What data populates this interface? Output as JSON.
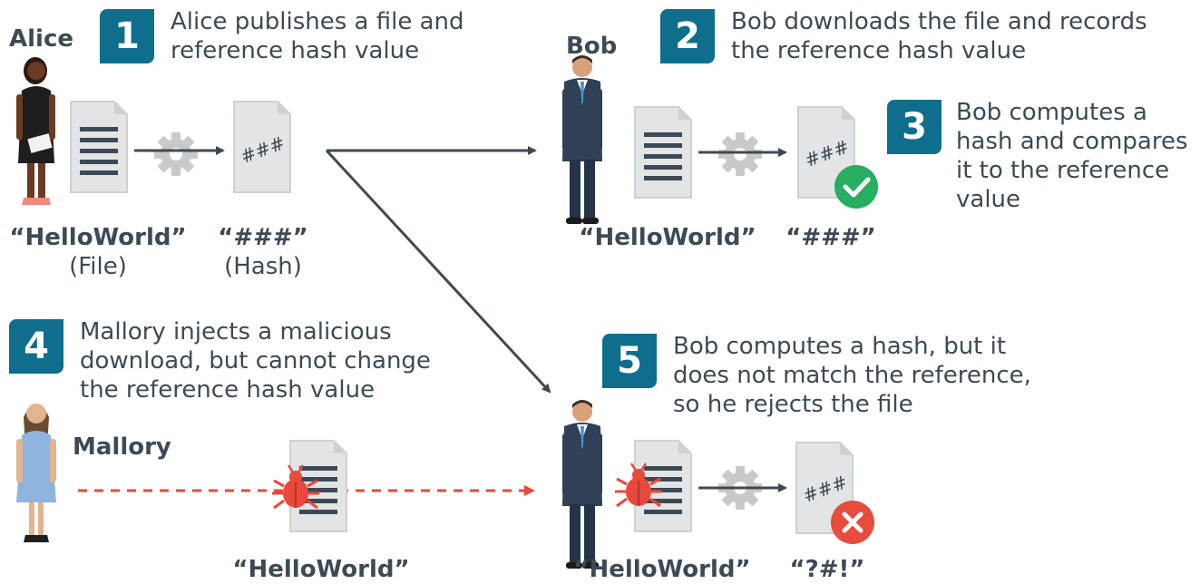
{
  "steps": [
    {
      "number": "1",
      "text_line1": "Alice publishes a file and",
      "text_line2": "reference hash value"
    },
    {
      "number": "2",
      "text_line1": "Bob downloads the file and records",
      "text_line2": "the reference hash value"
    },
    {
      "number": "3",
      "text_line1": "Bob computes a",
      "text_line2": "hash and compares",
      "text_line3": "it to the reference",
      "text_line4": "value"
    },
    {
      "number": "4",
      "text_line1": "Mallory injects a malicious",
      "text_line2": "download, but cannot change",
      "text_line3": "the reference hash value"
    },
    {
      "number": "5",
      "text_line1": "Bob computes a hash, but it",
      "text_line2": "does not match the reference,",
      "text_line3": "so he rejects the file"
    }
  ],
  "actors": {
    "alice": "Alice",
    "bob": "Bob",
    "mallory": "Mallory"
  },
  "labels": {
    "alice_file": "“HelloWorld”",
    "alice_file_sub": "(File)",
    "alice_hash": "“###”",
    "alice_hash_sub": "(Hash)",
    "bob_file": "“HelloWorld”",
    "bob_hash": "“###”",
    "mallory_file": "“HelloWorld”",
    "bob2_file": "“HelloWorld”",
    "bob2_hash": "“?#!”"
  },
  "doc_glyphs": {
    "hash": "###"
  },
  "icons": {
    "document": "document-icon",
    "gear": "gear-icon",
    "check": "check-circle-icon",
    "cross": "x-circle-icon",
    "bug": "bug-icon"
  },
  "colors": {
    "step_badge": "#0e6e8c",
    "text": "#3d4a55",
    "arrow": "#3d4a55",
    "malicious_arrow": "#e8493a",
    "ok": "#27ae60",
    "fail": "#e74c3c",
    "document": "#d9dadb",
    "gear": "#c8c9ca"
  }
}
